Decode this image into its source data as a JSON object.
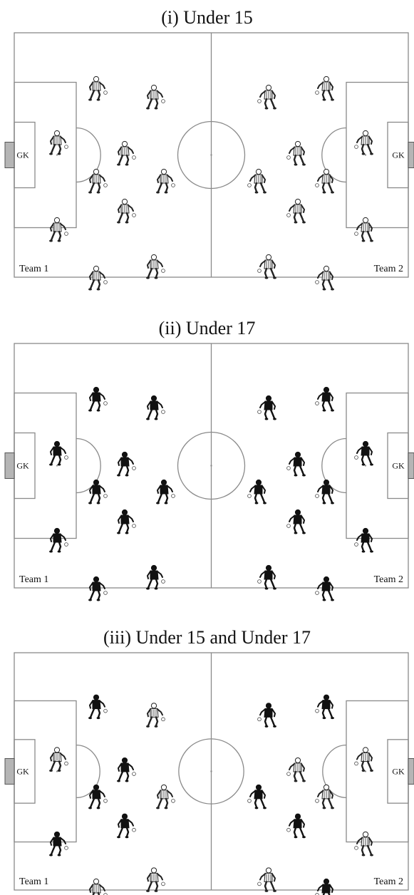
{
  "panels": [
    {
      "title": "(i) Under 15",
      "team1_label": "Team 1",
      "team2_label": "Team 2",
      "gk_label": "GK",
      "players": {
        "team1": [
          "u15",
          "u15",
          "u15",
          "u15",
          "u15",
          "u15",
          "u15",
          "u15",
          "u15",
          "u15"
        ],
        "team2": [
          "u15",
          "u15",
          "u15",
          "u15",
          "u15",
          "u15",
          "u15",
          "u15",
          "u15",
          "u15"
        ]
      }
    },
    {
      "title": "(ii) Under 17",
      "team1_label": "Team 1",
      "team2_label": "Team 2",
      "gk_label": "GK",
      "players": {
        "team1": [
          "u17",
          "u17",
          "u17",
          "u17",
          "u17",
          "u17",
          "u17",
          "u17",
          "u17",
          "u17"
        ],
        "team2": [
          "u17",
          "u17",
          "u17",
          "u17",
          "u17",
          "u17",
          "u17",
          "u17",
          "u17",
          "u17"
        ]
      }
    },
    {
      "title": "(iii) Under 15 and Under 17",
      "team1_label": "Team 1",
      "team2_label": "Team 2",
      "gk_label": "GK",
      "players": {
        "team1": [
          "u17",
          "u15",
          "u15",
          "u17",
          "u17",
          "u15",
          "u17",
          "u17",
          "u15",
          "u15"
        ],
        "team2": [
          "u17",
          "u17",
          "u15",
          "u15",
          "u15",
          "u17",
          "u15",
          "u17",
          "u17",
          "u15"
        ]
      }
    }
  ],
  "colors": {
    "line": "#8a8a8a",
    "goal_fill": "#b5b5b5",
    "u17_fill": "#111111",
    "u15_fill": "#ffffff",
    "u15_stroke": "#222222"
  },
  "icons": {
    "u15": "light-patterned-player-icon",
    "u17": "dark-player-icon"
  }
}
